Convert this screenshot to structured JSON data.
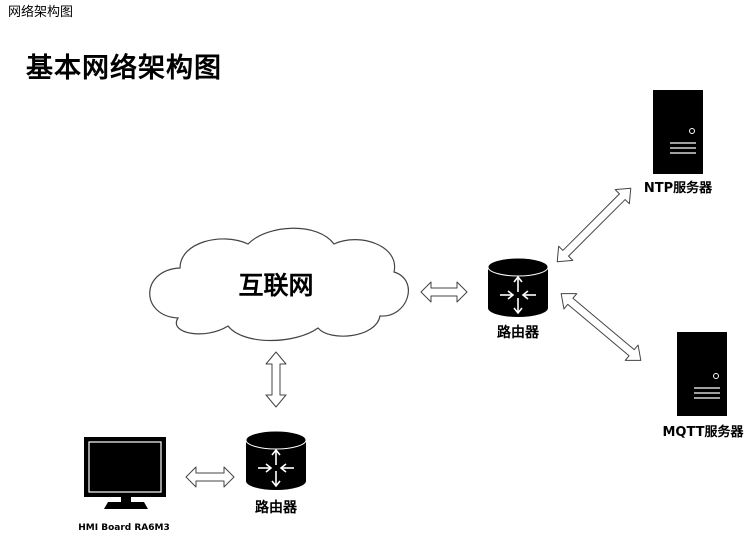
{
  "page_label": "网络架构图",
  "title": "基本网络架构图",
  "nodes": {
    "internet": "互联网",
    "router_main": "路由器",
    "router_local": "路由器",
    "ntp_server": "NTP服务器",
    "mqtt_server": "MQTT服务器",
    "hmi_board": "HMI Board RA6M3"
  }
}
